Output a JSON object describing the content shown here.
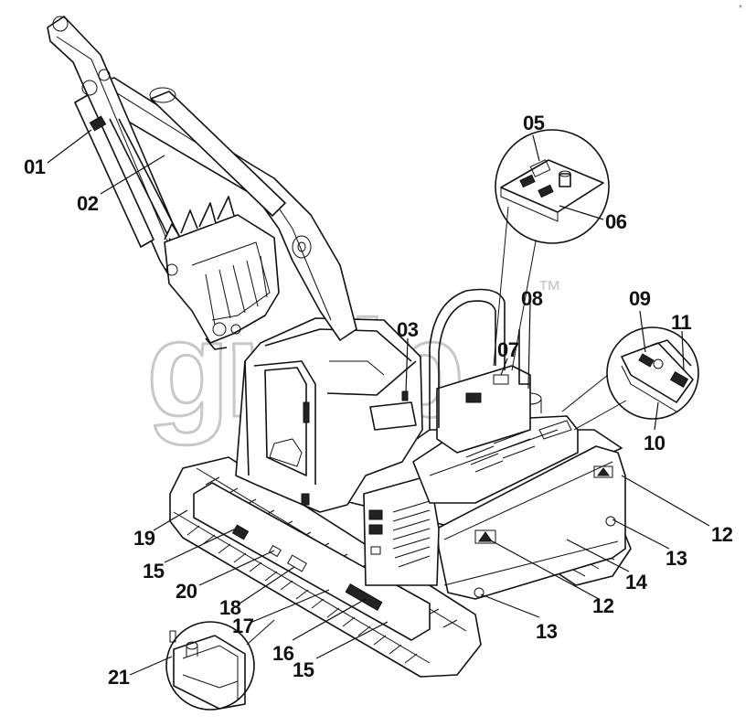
{
  "watermark": {
    "text": "gndp",
    "trademark": "™"
  },
  "corner_mark": "*",
  "callouts": [
    {
      "id": "c01",
      "label": "01"
    },
    {
      "id": "c02",
      "label": "02"
    },
    {
      "id": "c03",
      "label": "03"
    },
    {
      "id": "c05",
      "label": "05"
    },
    {
      "id": "c06",
      "label": "06"
    },
    {
      "id": "c07",
      "label": "07"
    },
    {
      "id": "c08",
      "label": "08"
    },
    {
      "id": "c09",
      "label": "09"
    },
    {
      "id": "c10",
      "label": "10"
    },
    {
      "id": "c11",
      "label": "11"
    },
    {
      "id": "c12a",
      "label": "12"
    },
    {
      "id": "c12b",
      "label": "12"
    },
    {
      "id": "c13a",
      "label": "13"
    },
    {
      "id": "c13b",
      "label": "13"
    },
    {
      "id": "c14",
      "label": "14"
    },
    {
      "id": "c15a",
      "label": "15"
    },
    {
      "id": "c15b",
      "label": "15"
    },
    {
      "id": "c16",
      "label": "16"
    },
    {
      "id": "c17",
      "label": "17"
    },
    {
      "id": "c18",
      "label": "18"
    },
    {
      "id": "c19",
      "label": "19"
    },
    {
      "id": "c20",
      "label": "20"
    },
    {
      "id": "c21",
      "label": "21"
    }
  ]
}
